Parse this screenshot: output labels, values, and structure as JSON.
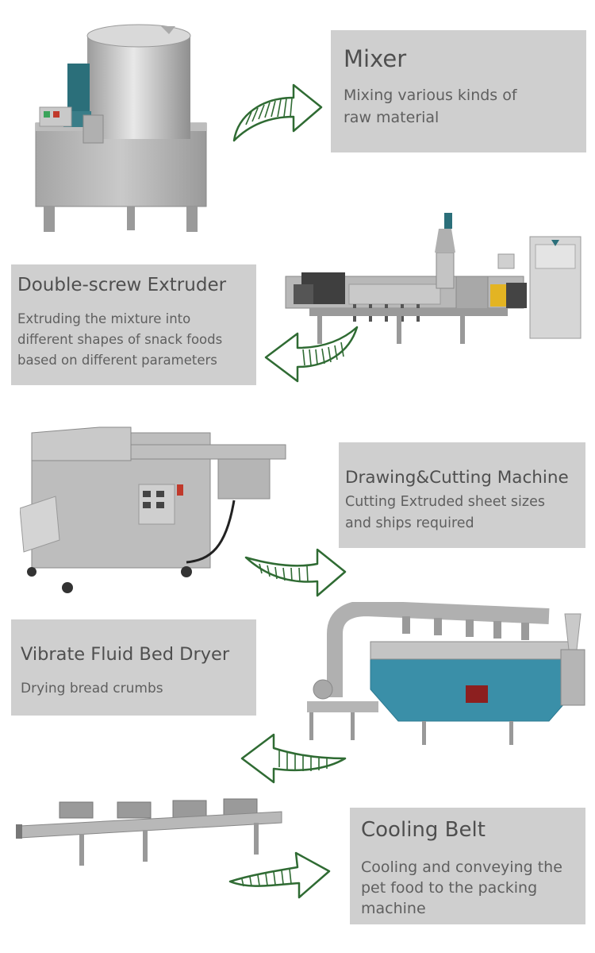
{
  "colors": {
    "box_bg": "#cfcfcf",
    "arrow_stroke": "#2f6b33",
    "steel": "#b8b8b8",
    "steel_dark": "#8a8a8a",
    "motor_blue": "#2b6f7a",
    "dryer_blue": "#3a8fa8",
    "cabinet": "#d6d6d6"
  },
  "steps": [
    {
      "title": "Mixer",
      "desc": "Mixing various kinds of\nraw material"
    },
    {
      "title": "Double-screw  Extruder",
      "desc": "Extruding the mixture into\ndifferent shapes of snack foods\nbased on different parameters"
    },
    {
      "title": "Drawing&Cutting Machine",
      "desc": "Cutting Extruded sheet sizes\nand ships required"
    },
    {
      "title": "Vibrate Fluid Bed Dryer",
      "desc": "Drying bread crumbs"
    },
    {
      "title": "Cooling Belt",
      "desc": "Cooling and conveying the\npet food to the packing\nmachine"
    }
  ],
  "icons": {
    "arrow_right": "curved-arrow-right-icon",
    "arrow_left": "curved-arrow-left-icon"
  }
}
